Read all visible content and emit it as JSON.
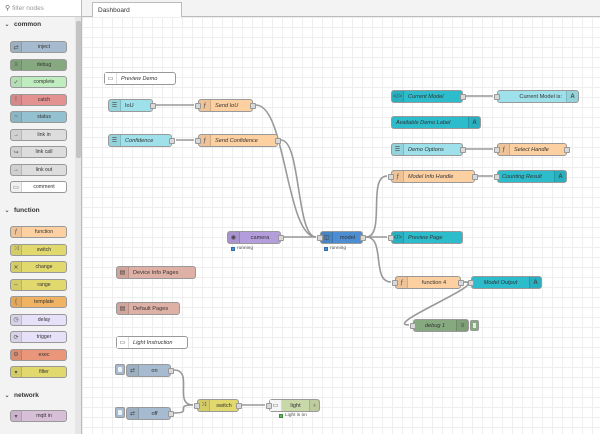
{
  "palette": {
    "search_placeholder": "filter nodes",
    "categories": [
      {
        "label": "common"
      },
      {
        "label": "function"
      },
      {
        "label": "network"
      }
    ],
    "common_nodes": [
      {
        "label": "inject",
        "color": "#a6bbcf"
      },
      {
        "label": "debug",
        "color": "#87a980"
      },
      {
        "label": "complete",
        "color": "#c0edc0"
      },
      {
        "label": "catch",
        "color": "#e49191"
      },
      {
        "label": "status",
        "color": "#94c1d0"
      },
      {
        "label": "link in",
        "color": "#dddddd"
      },
      {
        "label": "link call",
        "color": "#dddddd"
      },
      {
        "label": "link out",
        "color": "#dddddd"
      },
      {
        "label": "comment",
        "color": "#ffffff"
      }
    ],
    "function_nodes": [
      {
        "label": "function",
        "color": "#fdd0a2"
      },
      {
        "label": "switch",
        "color": "#e2d96e"
      },
      {
        "label": "change",
        "color": "#e2d96e"
      },
      {
        "label": "range",
        "color": "#e2d96e"
      },
      {
        "label": "template",
        "color": "#f0b363"
      },
      {
        "label": "delay",
        "color": "#e6e0f8"
      },
      {
        "label": "trigger",
        "color": "#e6e0f8"
      },
      {
        "label": "exec",
        "color": "#e9967a"
      },
      {
        "label": "filter",
        "color": "#e2d96e"
      }
    ],
    "network_nodes": [
      {
        "label": "mqtt in",
        "color": "#d8bfd8"
      }
    ]
  },
  "tabs": [
    {
      "label": "Dashboard"
    }
  ],
  "flow": {
    "preview_demo": "Preview Demo",
    "iou": "IoU",
    "send_iou": "Send IoU",
    "confidence": "Confidence",
    "send_confidence": "Send Confidence",
    "camera": "camera",
    "camera_status": "running",
    "model": "model",
    "model_status": "running",
    "current_model": "Current Model",
    "current_model_is": "Current Model is:",
    "available_demo_labels": "Available Demo Label",
    "demo_options": "Demo Options",
    "select_handle": "Select Handle",
    "model_info_handle": "Model Info Handle",
    "counting_result": "Counting Result",
    "preview_page": "Preview Page",
    "device_info_pages": "Device Info Pages",
    "default_pages": "Default Pages",
    "function_4": "function 4",
    "model_output": "Model Output",
    "debug_1": "debug 1",
    "light_instruction": "Light Instruction",
    "on": "on",
    "off": "off",
    "switch": "switch",
    "light": "light",
    "light_status": "Light is on"
  },
  "colors": {
    "ui_template": "#2cbccc",
    "ui_slider": "#9ee1ea",
    "function": "#fdd0a2",
    "model": "#4c8ed1",
    "camera": "#b39ddb",
    "debug": "#87a980",
    "inject": "#a6bbcf",
    "switch": "#e2d96e",
    "light": "#c9d8a8",
    "dashboard_page": "#dfb0a5",
    "wire": "#999999"
  }
}
